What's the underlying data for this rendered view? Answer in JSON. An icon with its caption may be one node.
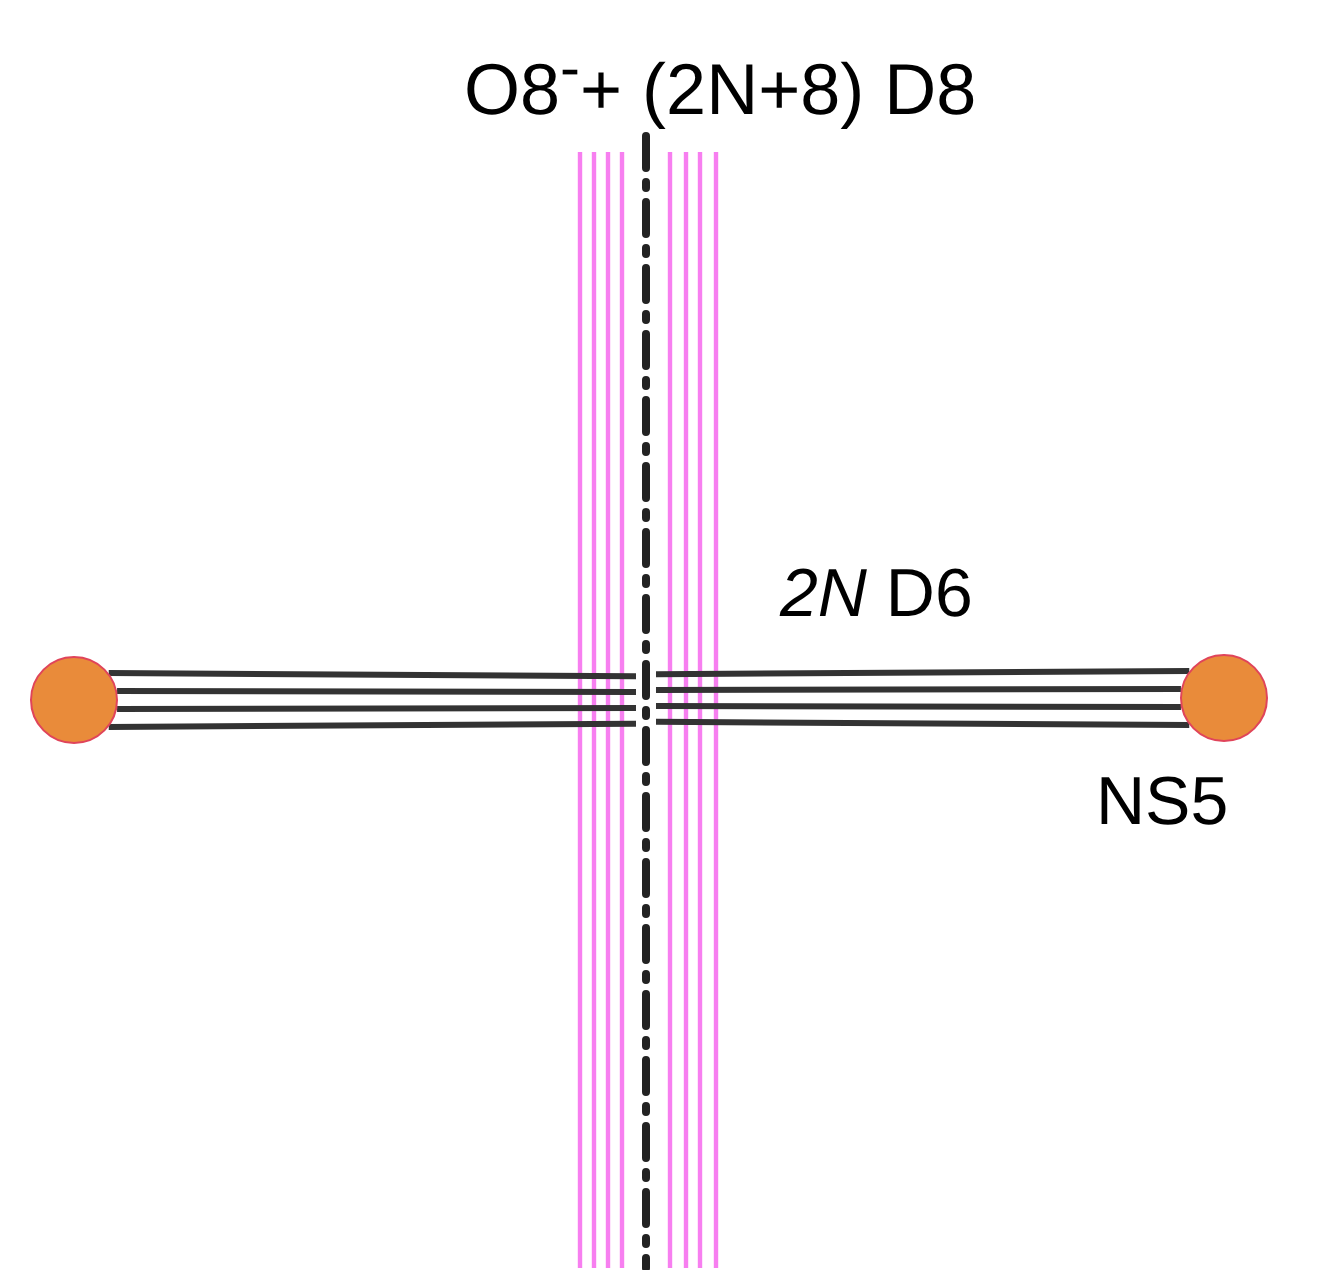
{
  "diagram": {
    "nodes": [
      {
        "text": [],
        "shape": "circle"
      },
      {
        "text": [],
        "shape": "circle",
        "beside": [
          "NS5"
        ]
      },
      {
        "text": [],
        "shape": "line"
      }
    ],
    "edges": [
      {
        "from": 0,
        "to": 2,
        "arrow": "none"
      },
      {
        "from": 0,
        "to": 2,
        "arrow": "none"
      },
      {
        "from": 0,
        "to": 2,
        "arrow": "none"
      },
      {
        "from": 0,
        "to": 2,
        "arrow": "none"
      },
      {
        "from": 1,
        "to": 2,
        "arrow": "none"
      },
      {
        "from": 1,
        "to": 2,
        "arrow": "none"
      },
      {
        "from": 1,
        "to": 2,
        "arrow": "none"
      },
      {
        "from": 1,
        "to": 2,
        "arrow": "none"
      }
    ],
    "labels": [
      "O8$^{-}$+ (2N+8) D8",
      "*2N* D6"
    ]
  }
}
